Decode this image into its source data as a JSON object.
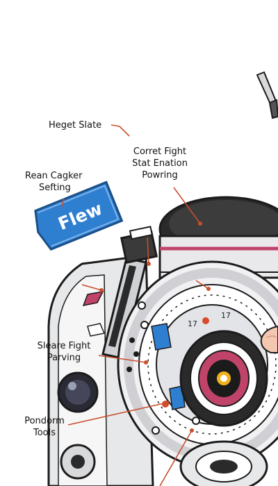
{
  "labels": {
    "heget": "Heget Slate",
    "corret_1": "Corret Fight",
    "corret_2": "Stat Enation",
    "corret_3": "Powring",
    "rean_1": "Rean Cagker",
    "rean_2": "Sefting",
    "sleare_1": "Sleare Fight",
    "sleare_2": "Parving",
    "pondorm_1": "Pondorm",
    "pondorm_2": "Tools"
  },
  "tag": {
    "text": "Flew",
    "color": "#2f7fd1"
  },
  "dial": {
    "numbers": [
      "17",
      "17"
    ]
  },
  "colors": {
    "leader": "#c94e2e",
    "outline": "#1b1b1b",
    "accent_pink": "#c0436a",
    "body_grey": "#e7e8ea"
  }
}
